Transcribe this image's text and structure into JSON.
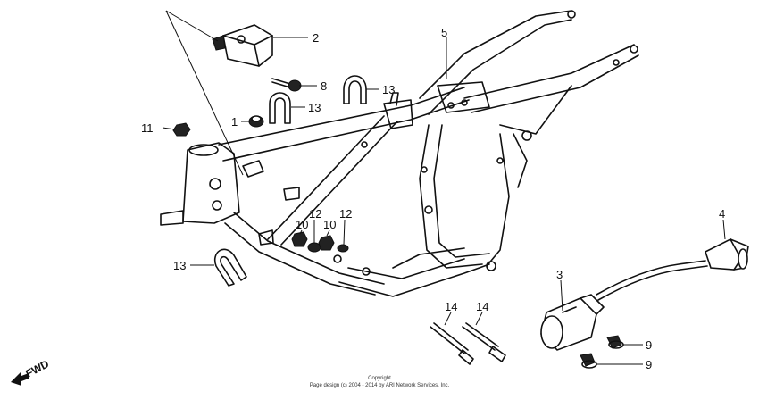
{
  "callouts": {
    "c1": "1",
    "c2": "2",
    "c3": "3",
    "c4": "4",
    "c5": "5",
    "c8": "8",
    "c9a": "9",
    "c9b": "9",
    "c10a": "10",
    "c10b": "10",
    "c11": "11",
    "c12a": "12",
    "c12b": "12",
    "c13a": "13",
    "c13b": "13",
    "c13c": "13",
    "c14a": "14",
    "c14b": "14"
  },
  "copyright": {
    "line1": "Copyright",
    "line2": "Page design (c) 2004 - 2014 by ARI Network Services, Inc."
  },
  "fwd": {
    "label": "FWD",
    "icon": "fwd-arrow-icon"
  },
  "colors": {
    "ink": "#111111",
    "paper": "#ffffff"
  }
}
